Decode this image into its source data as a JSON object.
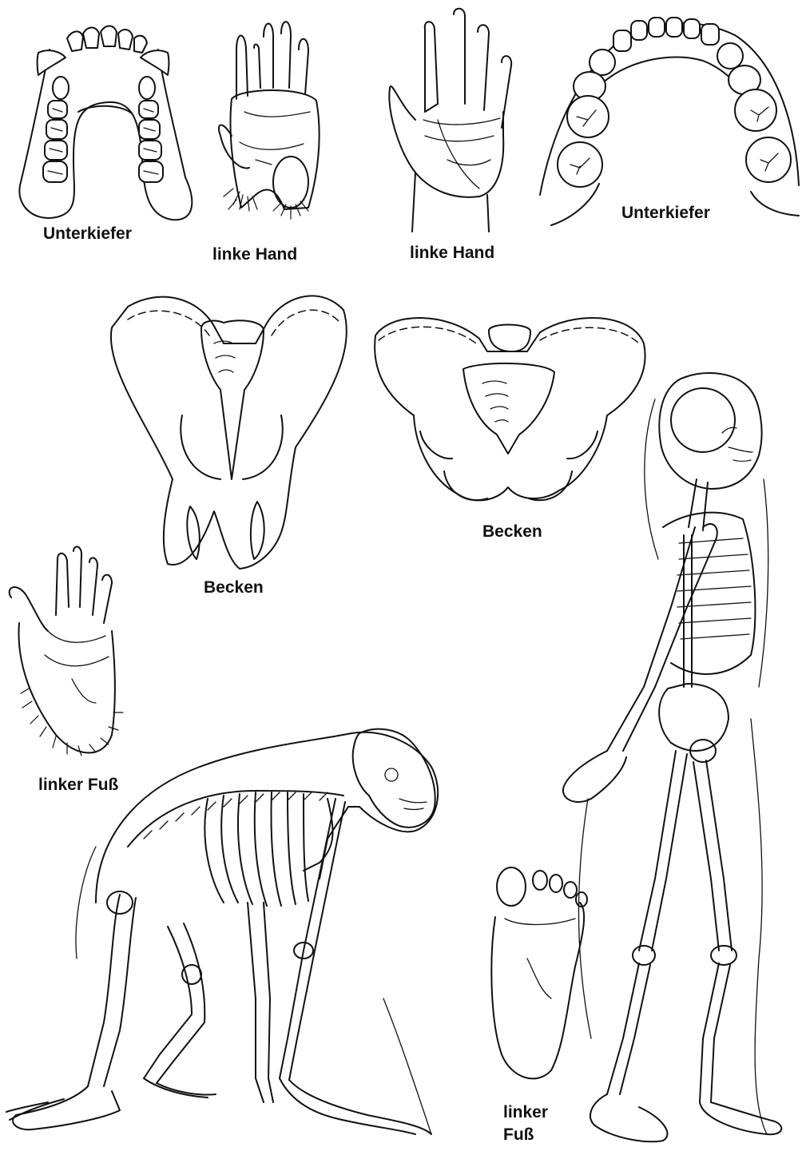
{
  "labels": {
    "ape_jaw": "Unterkiefer",
    "ape_hand": "linke Hand",
    "human_hand": "linke Hand",
    "human_jaw": "Unterkiefer",
    "ape_pelvis": "Becken",
    "human_pelvis": "Becken",
    "ape_foot": "linker Fuß",
    "human_foot_line1": "linker",
    "human_foot_line2": "Fuß"
  },
  "colors": {
    "line": "#111111",
    "background": "#ffffff"
  }
}
